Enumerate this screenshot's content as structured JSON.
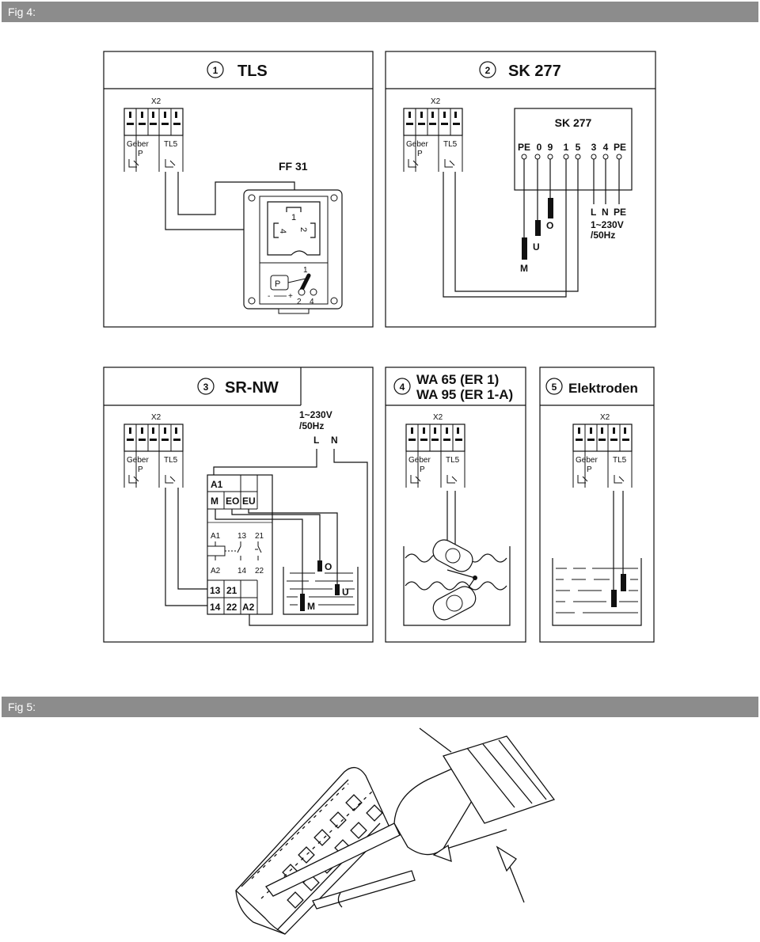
{
  "fig4": {
    "label": "Fig 4:"
  },
  "fig5": {
    "label": "Fig 5:"
  },
  "terminal_block": {
    "x2": "X2",
    "geber": "Geber",
    "p": "P",
    "tl5": "TL5"
  },
  "panel1": {
    "number": "1",
    "title": "TLS",
    "device": "FF 31",
    "c1": "1",
    "c2": "2",
    "c4": "4",
    "p": "P",
    "sw1": "1",
    "sw2": "2",
    "sw4": "4",
    "minus": "-",
    "plus": "+"
  },
  "panel2": {
    "number": "2",
    "title": "SK 277",
    "device": "SK 277",
    "terminals": [
      "PE",
      "0",
      "9",
      "1",
      "5",
      "3",
      "4",
      "PE"
    ],
    "l": "L",
    "n": "N",
    "pe": "PE",
    "voltage": "1~230V",
    "freq": "/50Hz",
    "o": "O",
    "u": "U",
    "m": "M"
  },
  "panel3": {
    "number": "3",
    "title": "SR-NW",
    "voltage": "1~230V",
    "freq": "/50Hz",
    "l": "L",
    "n": "N",
    "a1": "A1",
    "m": "M",
    "eo": "EO",
    "eu": "EU",
    "r_a1": "A1",
    "r_13": "13",
    "r_21": "21",
    "r_a2": "A2",
    "r_14": "14",
    "r_22": "22",
    "t13": "13",
    "t21": "21",
    "t14": "14",
    "t22": "22",
    "ta2": "A2",
    "lo": "O",
    "lu": "U",
    "lm": "M"
  },
  "panel4": {
    "number": "4",
    "title_line1": "WA 65 (ER 1)",
    "title_line2": "WA 95 (ER 1-A)"
  },
  "panel5": {
    "number": "5",
    "title": "Elektroden"
  }
}
